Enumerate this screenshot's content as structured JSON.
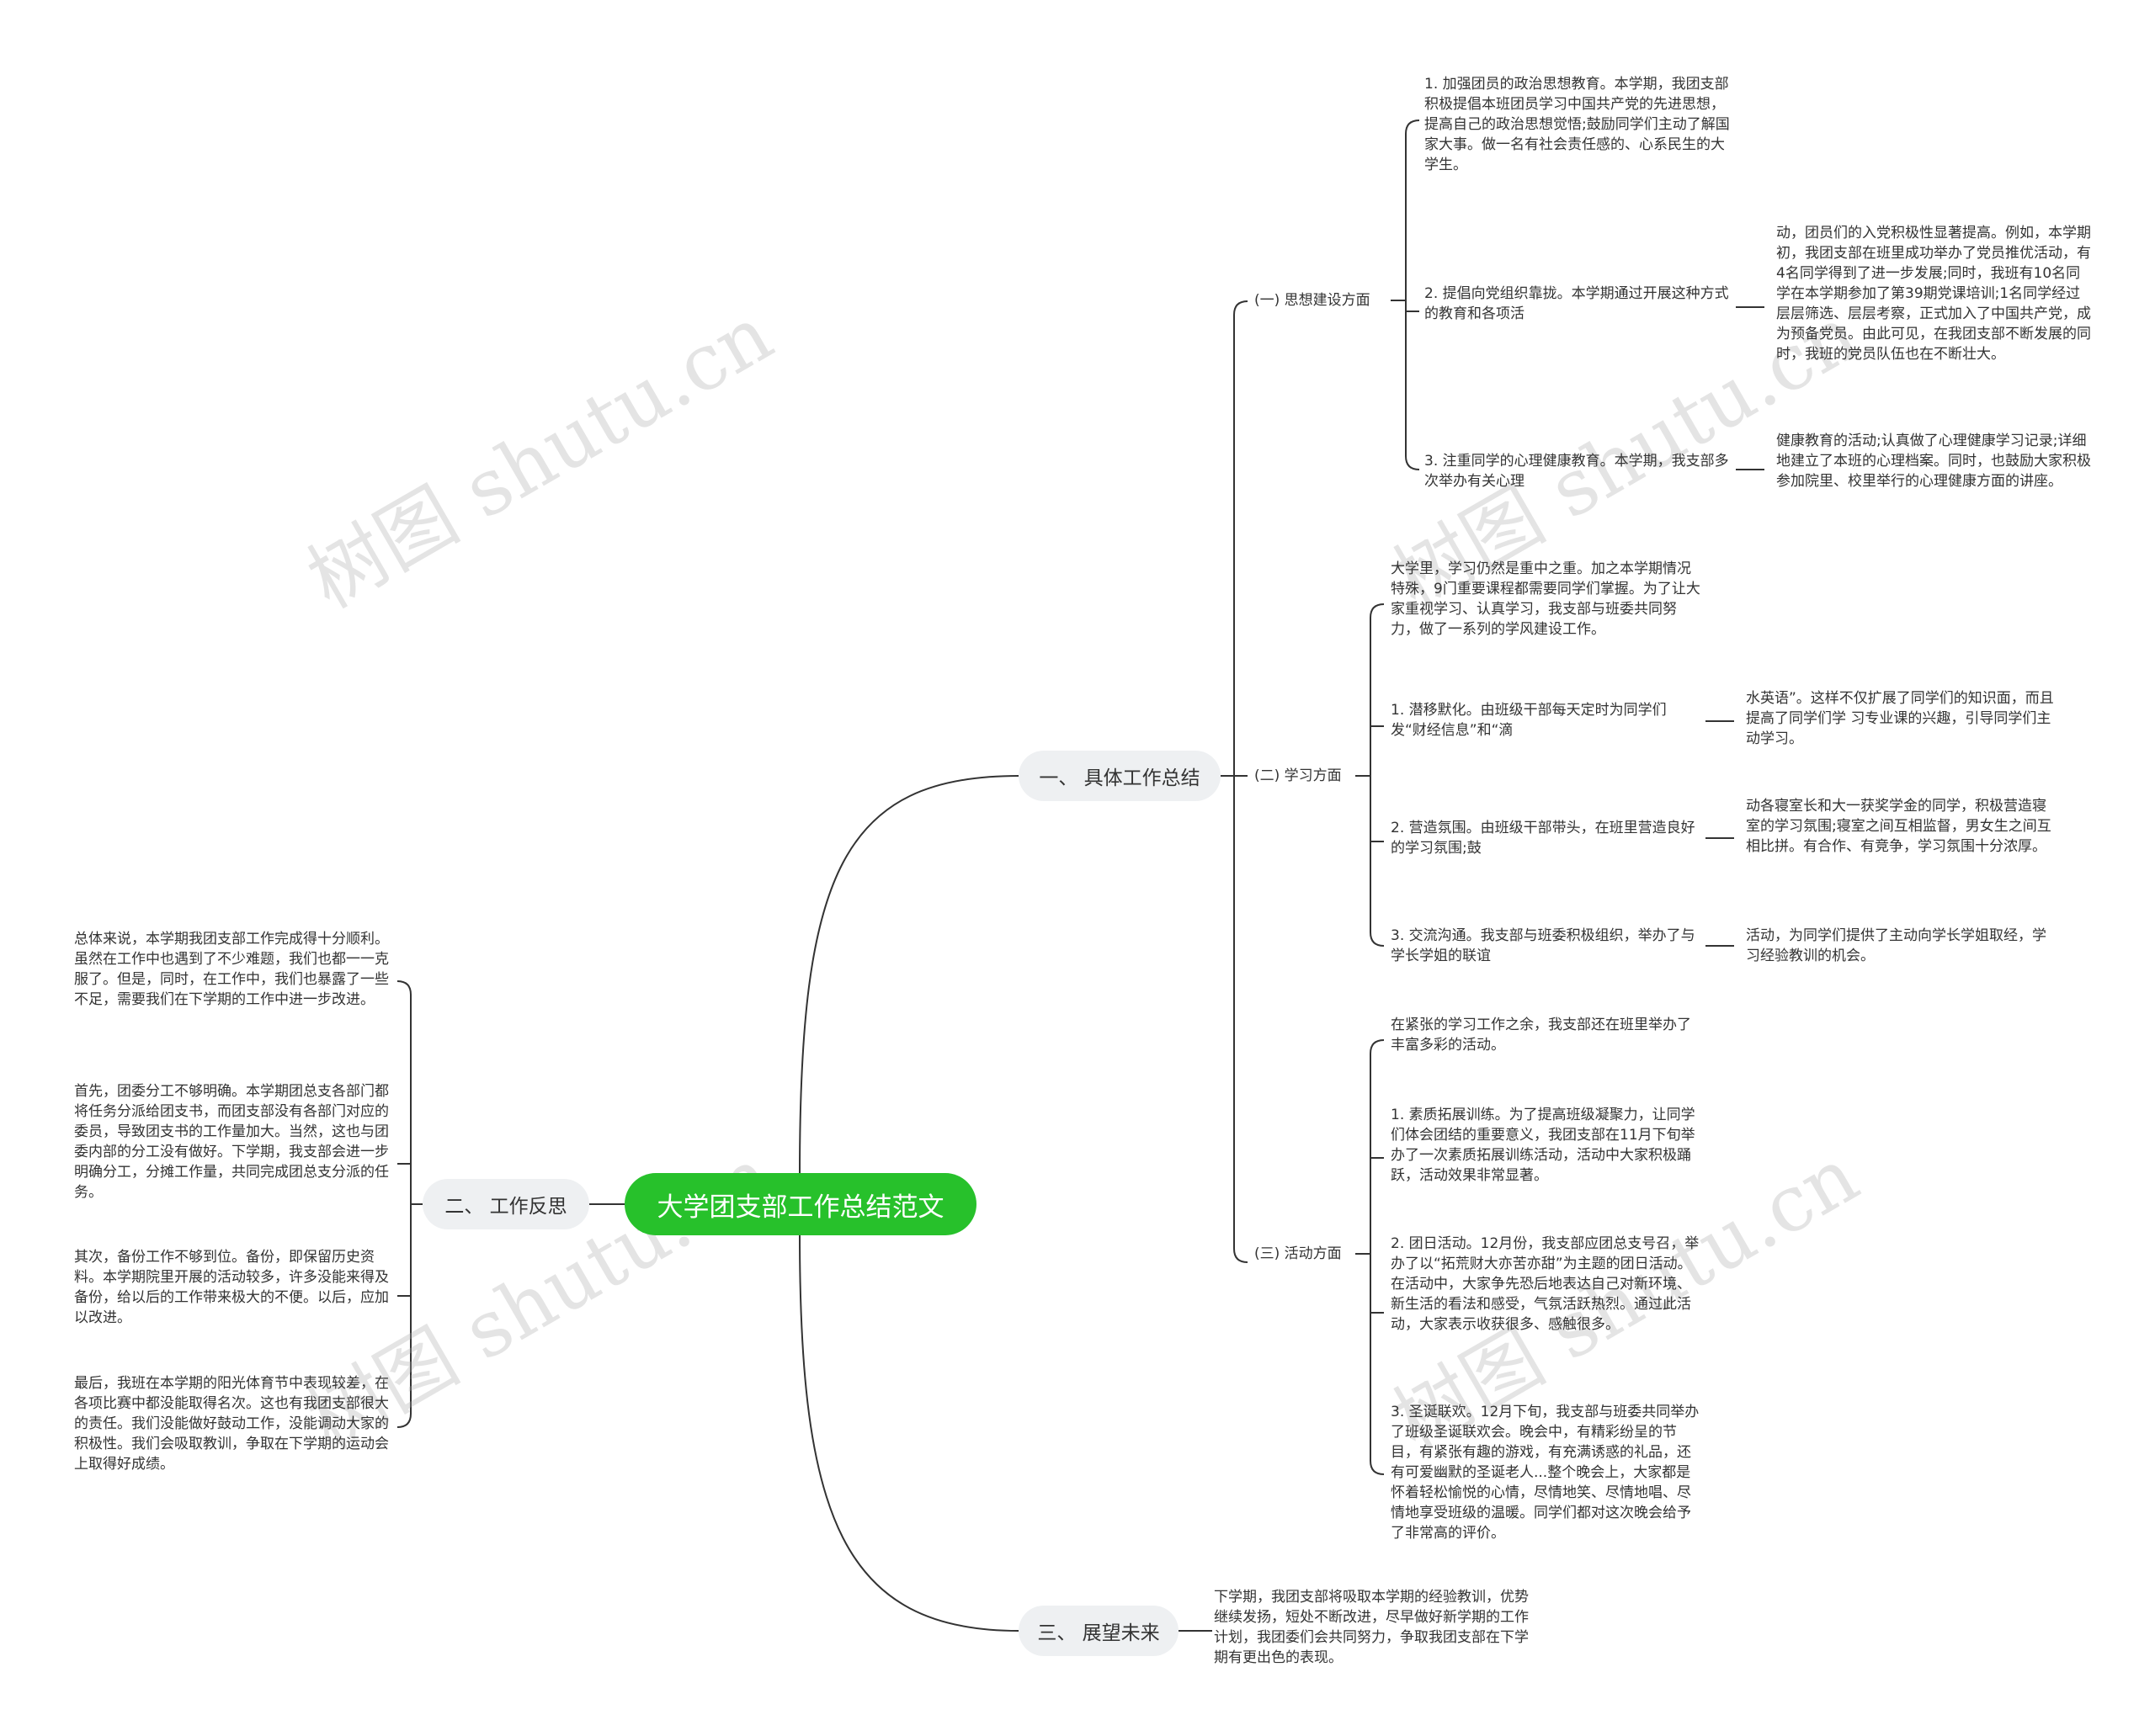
{
  "root": "大学团支部工作总结范文",
  "watermark": "树图 shutu.cn",
  "sections": {
    "s1": "一、  具体工作总结",
    "s2": "二、  工作反思",
    "s3": "三、  展望未来"
  },
  "subs": {
    "a": "(一) 思想建设方面",
    "b": "(二) 学习方面",
    "c": "(三) 活动方面"
  },
  "texts": {
    "a1": "1. 加强团员的政治思想教育。本学期，我团支部积极提倡本班团员学习中国共产党的先进思想，提高自己的政治思想觉悟;鼓励同学们主动了解国家大事。做一名有社会责任感的、心系民生的大学生。",
    "a2": "2. 提倡向党组织靠拢。本学期通过开展这种方式的教育和各项活",
    "a2x": "动，团员们的入党积极性显著提高。例如，本学期初，我团支部在班里成功举办了党员推优活动，有4名同学得到了进一步发展;同时，我班有10名同学在本学期参加了第39期党课培训;1名同学经过层层筛选、层层考察，正式加入了中国共产党，成为预备党员。由此可见，在我团支部不断发展的同时，我班的党员队伍也在不断壮大。",
    "a3": "3. 注重同学的心理健康教育。本学期，我支部多次举办有关心理",
    "a3x": "健康教育的活动;认真做了心理健康学习记录;详细地建立了本班的心理档案。同时，也鼓励大家积极参加院里、校里举行的心理健康方面的讲座。",
    "b0": "大学里，学习仍然是重中之重。加之本学期情况特殊，9门重要课程都需要同学们掌握。为了让大家重视学习、认真学习，我支部与班委共同努力，做了一系列的学风建设工作。",
    "b1": "1. 潜移默化。由班级干部每天定时为同学们发“财经信息”和“滴",
    "b1x": "水英语”。这样不仅扩展了同学们的知识面，而且提高了同学们学 习专业课的兴趣，引导同学们主动学习。",
    "b2": "2. 营造氛围。由班级干部带头，在班里营造良好的学习氛围;鼓",
    "b2x": "动各寝室长和大一获奖学金的同学，积极营造寝室的学习氛围;寝室之间互相监督，男女生之间互相比拼。有合作、有竞争，学习氛围十分浓厚。",
    "b3": "3. 交流沟通。我支部与班委积极组织，举办了与学长学姐的联谊",
    "b3x": "活动，为同学们提供了主动向学长学姐取经，学习经验教训的机会。",
    "c0": "在紧张的学习工作之余，我支部还在班里举办了丰富多彩的活动。",
    "c1": "1. 素质拓展训练。为了提高班级凝聚力，让同学们体会团结的重要意义，我团支部在11月下旬举办了一次素质拓展训练活动，活动中大家积极踊跃，活动效果非常显著。",
    "c2": "2. 团日活动。12月份，我支部应团总支号召，举办了以“拓荒财大亦苦亦甜”为主题的团日活动。在活动中，大家争先恐后地表达自己对新环境、新生活的看法和感受，气氛活跃热烈。通过此活动，大家表示收获很多、感触很多。",
    "c3": "3. 圣诞联欢。12月下旬，我支部与班委共同举办了班级圣诞联欢会。晚会中，有精彩纷呈的节目，有紧张有趣的游戏，有充满诱惑的礼品，还有可爱幽默的圣诞老人...整个晚会上，大家都是怀着轻松愉悦的心情，尽情地笑、尽情地唱、尽情地享受班级的温暖。同学们都对这次晚会给予了非常高的评价。",
    "r1": "总体来说，本学期我团支部工作完成得十分顺利。虽然在工作中也遇到了不少难题，我们也都一一克服了。但是，同时，在工作中，我们也暴露了一些不足，需要我们在下学期的工作中进一步改进。",
    "r2": "首先，团委分工不够明确。本学期团总支各部门都将任务分派给团支书，而团支部没有各部门对应的委员，导致团支书的工作量加大。当然，这也与团委内部的分工没有做好。下学期，我支部会进一步明确分工，分摊工作量，共同完成团总支分派的任务。",
    "r3": "其次，备份工作不够到位。备份，即保留历史资料。本学期院里开展的活动较多，许多没能来得及备份，给以后的工作带来极大的不便。以后，应加以改进。",
    "r4": "最后，我班在本学期的阳光体育节中表现较差，在各项比赛中都没能取得名次。这也有我团支部很大的责任。我们没能做好鼓动工作，没能调动大家的积极性。我们会吸取教训，争取在下学期的运动会上取得好成绩。",
    "f1": "下学期，我团支部将吸取本学期的经验教训，优势继续发扬，短处不断改进，尽早做好新学期的工作计划，我团委们会共同努力，争取我团支部在下学期有更出色的表现。"
  },
  "colors": {
    "root": "#27c12b",
    "line": "#333333",
    "main_bg": "#eef0f2"
  }
}
